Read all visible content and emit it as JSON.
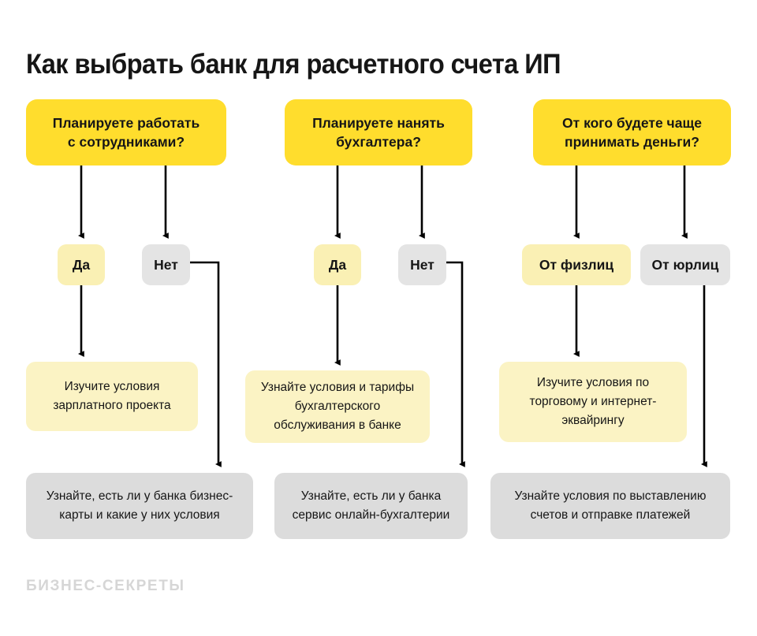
{
  "page": {
    "title": "Как выбрать банк для расчетного счета ИП",
    "watermark": "БИЗНЕС-СЕКРЕТЫ",
    "background": "#FFFFFF"
  },
  "colors": {
    "brand_yellow": "#FFDD2D",
    "pale_yellow": "#FBF3C4",
    "chip_yellow": "#FAF0B4",
    "chip_gray": "#E4E4E4",
    "outcome_gray": "#DCDCDC",
    "text": "#161616",
    "connector": "#000000",
    "watermark": "#D6D6D6"
  },
  "columns": [
    {
      "id": "column-employees",
      "question": "Планируете работать\nс сотрудниками?",
      "answers": [
        {
          "id": "answer-yes",
          "label": "Да",
          "kind": "yes"
        },
        {
          "id": "answer-no",
          "label": "Нет",
          "kind": "no"
        }
      ],
      "outcome_yellow": "Изучите условия\nзарплатного проекта",
      "outcome_gray": "Узнайте, есть ли у банка бизнес-\nкарты и какие у них условия"
    },
    {
      "id": "column-accountant",
      "question": "Планируете нанять\nбухгалтера?",
      "answers": [
        {
          "id": "answer-yes",
          "label": "Да",
          "kind": "yes"
        },
        {
          "id": "answer-no",
          "label": "Нет",
          "kind": "no"
        }
      ],
      "outcome_yellow": "Узнайте условия и тарифы\nбухгалтерского\nобслуживания в банке",
      "outcome_gray": "Узнайте, есть ли у банка\nсервис онлайн-бухгалтерии"
    },
    {
      "id": "column-payers",
      "question": "От кого будете чаще\nпринимать деньги?",
      "answers": [
        {
          "id": "answer-individuals",
          "label": "От физлиц",
          "kind": "yes"
        },
        {
          "id": "answer-legal-entities",
          "label": "От юрлиц",
          "kind": "no"
        }
      ],
      "outcome_yellow": "Изучите условия по\nторговому и интернет-\nэквайрингу",
      "outcome_gray": "Узнайте условия по выставлению\nсчетов и отправке платежей"
    }
  ]
}
